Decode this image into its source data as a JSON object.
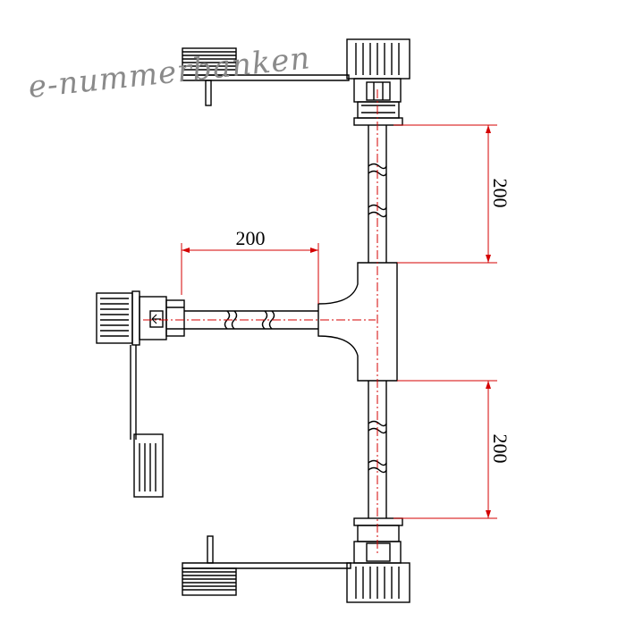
{
  "watermark": "e-nummerbanken",
  "dimensions": {
    "left_branch": "200",
    "upper_branch": "200",
    "lower_branch": "200"
  },
  "colors": {
    "outline": "#000000",
    "dimension_line": "#d40000",
    "watermark": "#8a8a8a",
    "background": "#ffffff"
  },
  "icons": {
    "arrow": "left-arrow-icon"
  }
}
